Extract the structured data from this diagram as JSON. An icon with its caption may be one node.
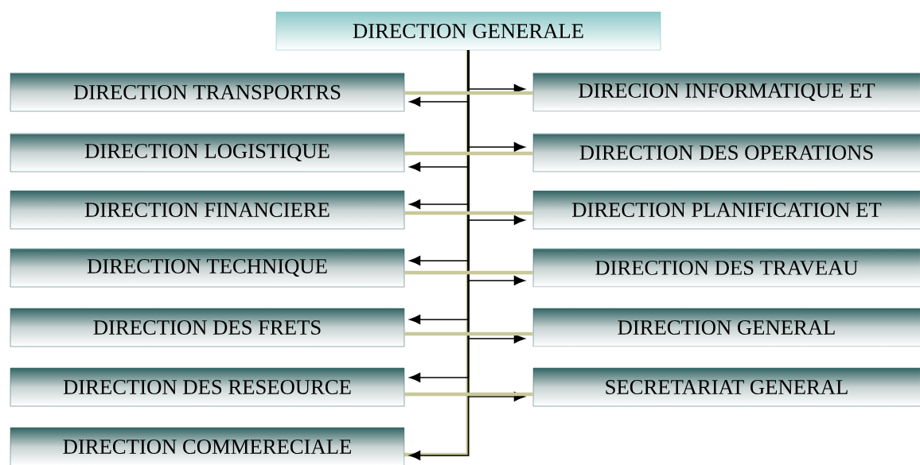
{
  "diagram": {
    "nodes": [
      {
        "text": [
          "DIRECTION GENERALE"
        ]
      },
      {
        "text": [
          "DIRECTION TRANSPORTRS"
        ]
      },
      {
        "text": [
          "DIRECTION LOGISTIQUE"
        ]
      },
      {
        "text": [
          "DIRECTION FINANCIERE"
        ]
      },
      {
        "text": [
          "DIRECTION TECHNIQUE"
        ]
      },
      {
        "text": [
          "DIRECTION DES FRETS"
        ]
      },
      {
        "text": [
          "DIRECTION DES RESEOURCE"
        ]
      },
      {
        "text": [
          "DIRECTION COMMERECIALE"
        ]
      },
      {
        "text": [
          "DIRECION INFORMATIQUE ET"
        ]
      },
      {
        "text": [
          "DIRECTION DES OPERATIONS"
        ]
      },
      {
        "text": [
          "DIRECTION PLANIFICATION ET"
        ]
      },
      {
        "text": [
          "DIRECTION DES TRAVEAU"
        ]
      },
      {
        "text": [
          "DIRECTION GENERAL"
        ]
      },
      {
        "text": [
          "SECRETARIAT GENERAL"
        ]
      }
    ],
    "edges": [
      {
        "from": 0,
        "to": 1,
        "arrow": "to"
      },
      {
        "from": 0,
        "to": 2,
        "arrow": "to"
      },
      {
        "from": 0,
        "to": 3,
        "arrow": "to"
      },
      {
        "from": 0,
        "to": 4,
        "arrow": "to"
      },
      {
        "from": 0,
        "to": 5,
        "arrow": "to"
      },
      {
        "from": 0,
        "to": 6,
        "arrow": "to"
      },
      {
        "from": 0,
        "to": 7,
        "arrow": "to"
      },
      {
        "from": 0,
        "to": 8,
        "arrow": "to"
      },
      {
        "from": 0,
        "to": 9,
        "arrow": "to"
      },
      {
        "from": 0,
        "to": 10,
        "arrow": "to"
      },
      {
        "from": 0,
        "to": 11,
        "arrow": "to"
      },
      {
        "from": 0,
        "to": 12,
        "arrow": "to"
      },
      {
        "from": 0,
        "to": 13,
        "arrow": "to"
      },
      {
        "from": 1,
        "to": 8,
        "arrow": "none",
        "style": "thick",
        "color": "#c8c89a"
      },
      {
        "from": 2,
        "to": 9,
        "arrow": "none",
        "style": "thick",
        "color": "#c8c89a"
      },
      {
        "from": 3,
        "to": 10,
        "arrow": "none",
        "style": "thick",
        "color": "#c8c89a"
      },
      {
        "from": 4,
        "to": 11,
        "arrow": "none",
        "style": "thick",
        "color": "#c8c89a"
      },
      {
        "from": 5,
        "to": 12,
        "arrow": "none",
        "style": "thick",
        "color": "#c8c89a"
      },
      {
        "from": 6,
        "to": 13,
        "arrow": "none",
        "style": "thick",
        "color": "#c8c89a"
      }
    ]
  }
}
